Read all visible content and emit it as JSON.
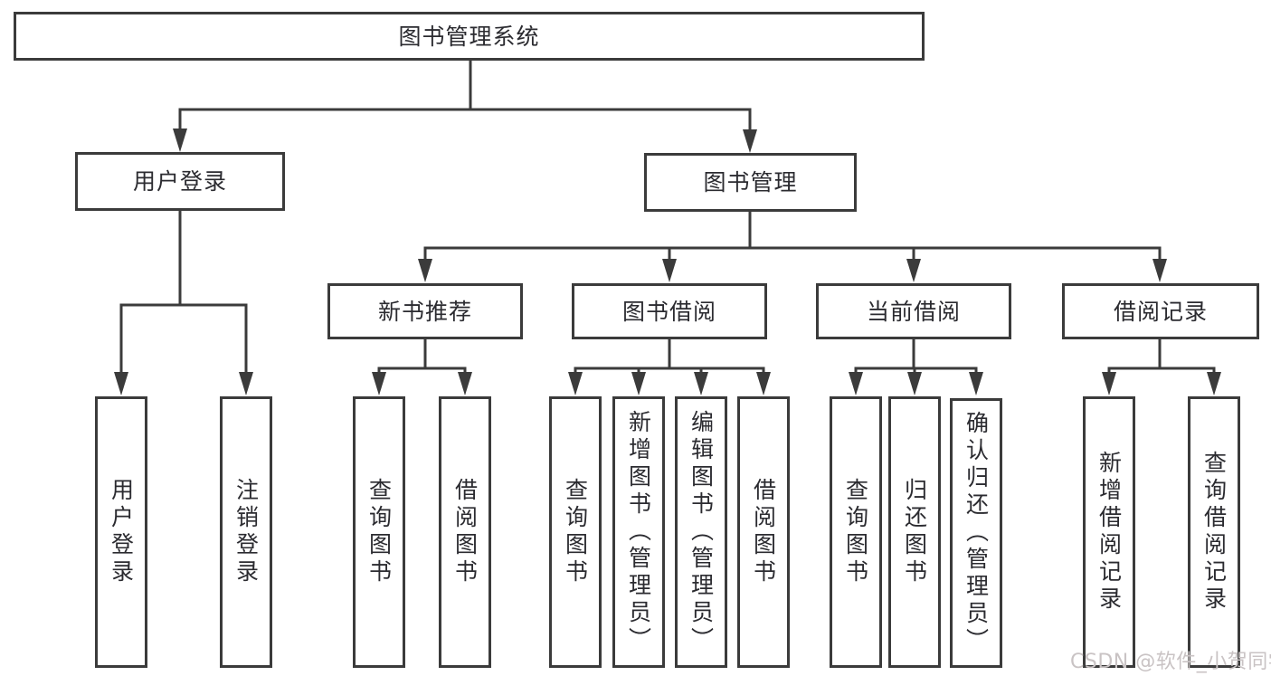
{
  "nodes": {
    "root": "图书管理系统",
    "user_login": {
      "label": "用户登录",
      "children": [
        "用户登录",
        "注销登录"
      ]
    },
    "book_mgmt": {
      "label": "图书管理"
    },
    "new_books": {
      "label": "新书推荐",
      "children": [
        "查询图书",
        "借阅图书"
      ]
    },
    "borrowing": {
      "label": "图书借阅",
      "children": [
        "查询图书",
        "新增图书（管理员）",
        "编辑图书（管理员）",
        "借阅图书"
      ]
    },
    "current_borrow": {
      "label": "当前借阅",
      "children": [
        "查询图书",
        "归还图书",
        "确认归还（管理员）"
      ]
    },
    "borrow_records": {
      "label": "借阅记录",
      "children": [
        "新增借阅记录",
        "查询借阅记录"
      ]
    },
    "watermark": "CSDN @软件_小贺同学"
  },
  "colors": {
    "line": "#3b3b3b",
    "text": "#2b2b30",
    "background": "#ffffff",
    "watermark": "#c9c3c4"
  }
}
